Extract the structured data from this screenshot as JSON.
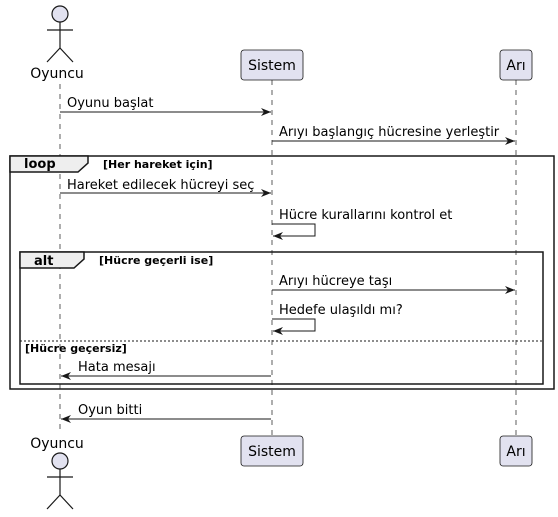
{
  "participants": {
    "player": "Oyuncu",
    "system": "Sistem",
    "bee": "Arı"
  },
  "messages": {
    "m1": "Oyunu başlat",
    "m2": "Arıyı başlangıç hücresine yerleştir",
    "m3": "Hareket edilecek hücreyi seç",
    "m4": "Hücre kurallarını kontrol et",
    "m5": "Arıyı hücreye taşı",
    "m6": "Hedefe ulaşıldı mı?",
    "m7": "Hata mesajı",
    "m8": "Oyun bitti"
  },
  "frames": {
    "loop_keyword": "loop",
    "loop_condition": "[Her hareket için]",
    "alt_keyword": "alt",
    "alt_condition": "[Hücre geçerli ise]",
    "else_condition": "[Hücre geçersiz]"
  },
  "colors": {
    "participant_fill": "#e2e2f0",
    "participant_stroke": "#181818",
    "line": "#181818"
  }
}
